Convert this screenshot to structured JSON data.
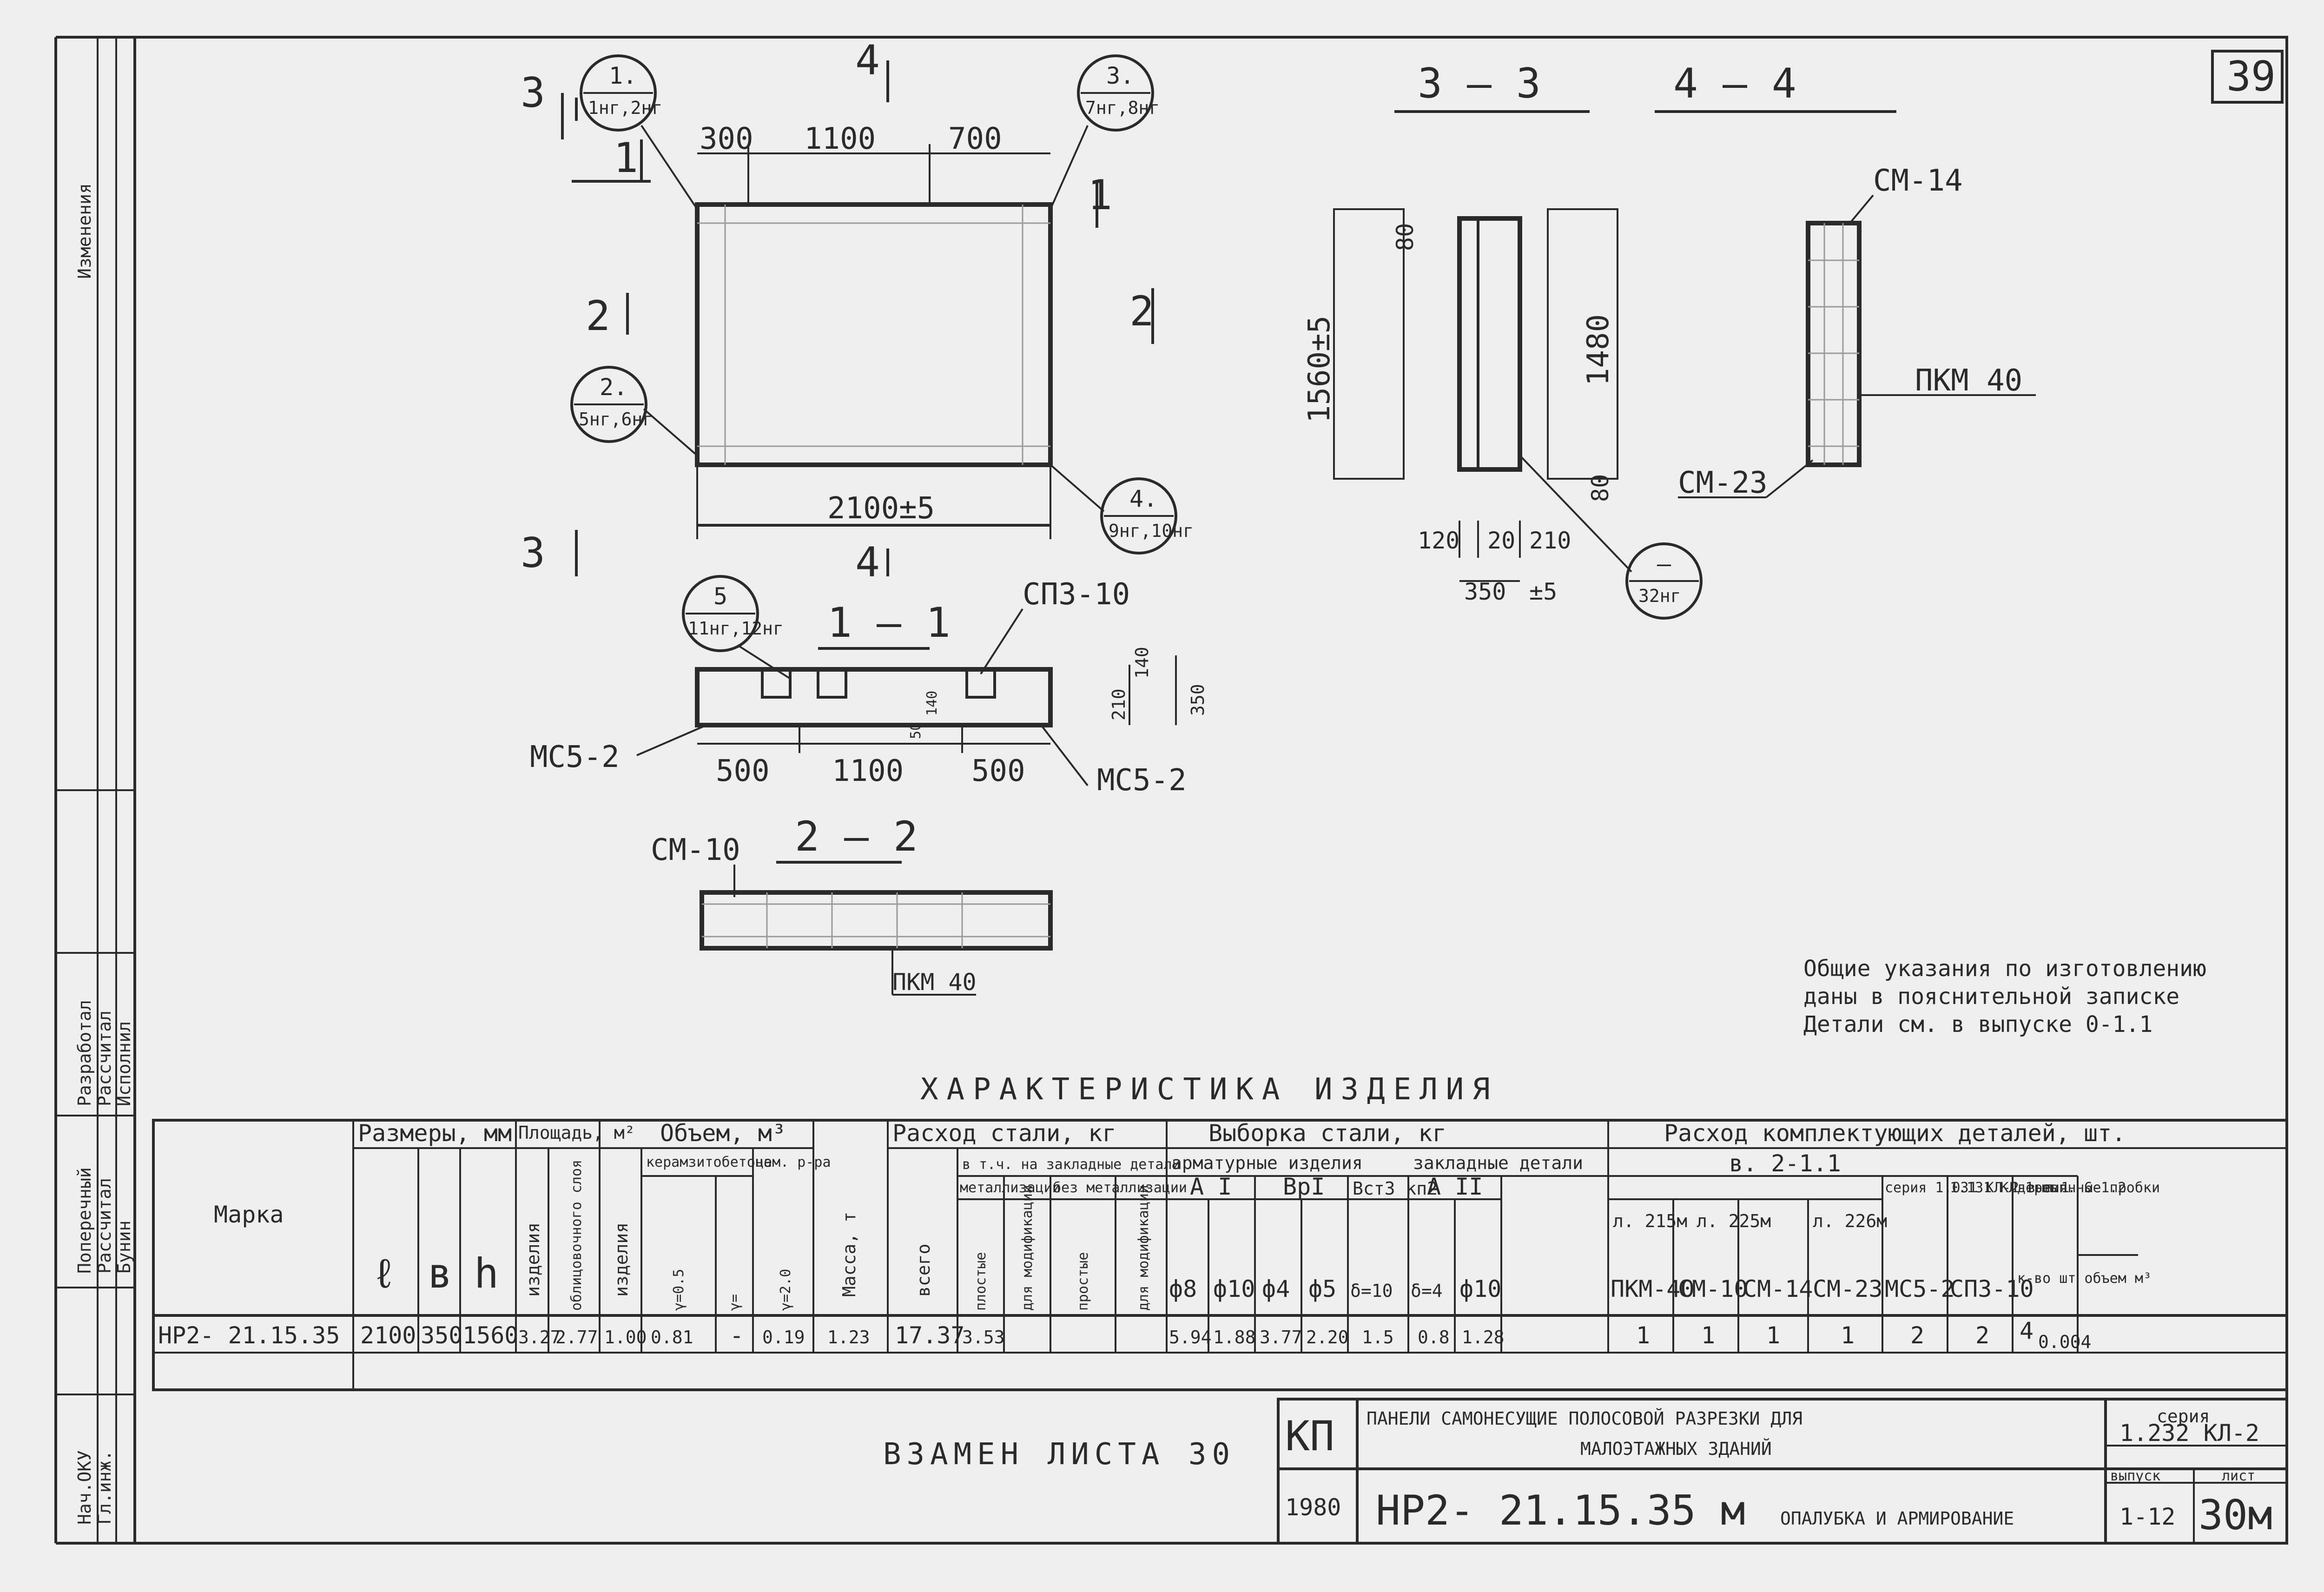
{
  "sheet": {
    "number": "39",
    "product_title": "ХАРАКТЕРИСТИКА  ИЗДЕЛИЯ",
    "replaced_sheet": "ВЗАМЕН ЛИСТА 30",
    "notes": [
      "Общие указания по изготовлению",
      "даны в пояснительной записке",
      "Детали см. в выпуске 0-1.1"
    ]
  },
  "sections": {
    "s33": "3 — 3",
    "s44": "4 — 4",
    "s11": "1 — 1",
    "s22": "2 — 2"
  },
  "callouts": {
    "c1_num": "1.",
    "c1_sub": "1нг,2нг",
    "c2_num": "2.",
    "c2_sub": "5нг,6нг",
    "c3_num": "3.",
    "c3_sub": "7нг,8нг",
    "c4_num": "4.",
    "c4_sub": "9нг,10нг",
    "c5_num": "5",
    "c5_sub": "11нг,12нг",
    "c6_num": "—",
    "c6_sub": "32нг"
  },
  "cut_marks": {
    "m1": "1",
    "m2": "2",
    "m3": "3",
    "m4": "4"
  },
  "dims": {
    "top_300": "300",
    "top_1100": "1100",
    "top_700": "700",
    "width_total": "2100±5",
    "s1_500a": "500",
    "s1_1100": "1100",
    "s1_500b": "500",
    "s1_210": "210",
    "s1_140": "140",
    "s1_350": "350",
    "s1_50": "50",
    "s1_140b": "140",
    "h_1560": "1560±5",
    "h_80a": "80",
    "h_1480": "1480",
    "h_80b": "80",
    "d_120": "120",
    "d_20": "20",
    "d_210": "210",
    "d_350": "350",
    "d_pm5": "±5"
  },
  "labels": {
    "spz10": "СПЗ-10",
    "mc52a": "МС5-2",
    "mc52b": "МС5-2",
    "cm10": "СМ-10",
    "pkm40a": "ПКМ 40",
    "cm14": "СМ-14",
    "pkm40b": "ПКМ 40",
    "cm23": "СМ-23"
  },
  "table": {
    "h_marka": "Марка",
    "h_dims": "Размеры, мм",
    "h_l": "ℓ",
    "h_b": "в",
    "h_h": "h",
    "h_area": "Площадь, м²",
    "h_area_a": "изделия",
    "h_area_b": "облицовочного слоя",
    "h_vol": "Объем, м³",
    "h_vol_a": "изделия",
    "h_vol_b": "керамзитобетона",
    "h_vol_b1": "γ=0.5",
    "h_vol_b2": "γ=",
    "h_vol_c": "цем. р-ра",
    "h_vol_c1": "γ=2.0",
    "h_mass": "Масса, т",
    "h_steel": "Расход стали, кг",
    "h_steel_all": "всего",
    "h_steel_emb": "в т.ч. на закладные детали",
    "h_steel_met": "металлизации",
    "h_steel_nomet": "без металлизации",
    "h_steel_1": "плостые",
    "h_steel_2": "для модификации",
    "h_steel_3": "простые",
    "h_steel_4": "для модификации",
    "h_sel": "Выборка стали, кг",
    "h_sel_arm": "арматурные изделия",
    "h_sel_emb": "закладные детали",
    "h_ai": "А I",
    "h_bpi": "ВрI",
    "h_vst3": "Вст3 кп2",
    "h_aii": "А II",
    "h_f8": "ф8",
    "h_f10": "ф10",
    "h_f4": "ф4",
    "h_f5": "ф5",
    "h_b200": "δ=10",
    "h_b8": "δ=4",
    "h_f10b": "ф10",
    "h_comp": "Расход комплектующих деталей, шт.",
    "h_comp_v": "в. 2-1.1",
    "h_comp_s1": "серия 1.031 КЛ-2 вып.1",
    "h_comp_s2": "1.131 КЛ-1 вып. 6-1.2",
    "h_comp_wood": "деревянные пробки",
    "h_l215": "л. 215м",
    "h_l225": "л. 225м",
    "h_l226": "л. 226м",
    "h_pkm": "ПКМ-40",
    "h_cm10": "СМ-10",
    "h_cm14": "СМ-14",
    "h_cm23": "СМ-23",
    "h_mc": "МС5-2",
    "h_sp": "СПЗ-10",
    "h_kvo": "к-во шт объем м³",
    "row": {
      "marka": "НР2- 21.15.35",
      "l": "2100",
      "b": "350",
      "h": "1560",
      "area_a": "3.27",
      "area_b": "2.77",
      "vol_a": "1.00",
      "vol_b1": "0.81",
      "vol_b2": "-",
      "vol_c": "0.19",
      "mass": "1.23",
      "steel_all": "17.37",
      "steel_emb": "3.53",
      "f8": "5.94",
      "f10": "1.88",
      "f4": "3.77",
      "f5": "2.20",
      "b200": "1.5",
      "b8": "0.8",
      "f10b": "1.28",
      "pkm": "1",
      "cm10": "1",
      "cm14": "1",
      "cm23": "1",
      "mc": "2",
      "sp": "2",
      "wood_qty": "4",
      "wood_vol": "0.004"
    }
  },
  "stamp": {
    "org": "КП",
    "year": "1980",
    "title1": "ПАНЕЛИ САМОНЕСУЩИЕ ПОЛОСОВОЙ РАЗРЕЗКИ ДЛЯ",
    "title2": "МАЛОЭТАЖНЫХ ЗДАНИЙ",
    "mark": "НР2- 21.15.35 м",
    "doc": "ОПАЛУБКА И АРМИРОВАНИЕ",
    "series_label": "серия",
    "series": "1.232 КЛ-2",
    "issue_label": "выпуск",
    "issue": "1-12",
    "sheet_label": "лист",
    "sheet_no": "30м"
  },
  "side_stamp": {
    "r1": "Разработал",
    "r2": "Рассчитал",
    "r3": "Исполнил",
    "n1": "Нач.ОКУ",
    "n2": "Гл.инж.",
    "p1": "Поперечный",
    "p2": "Рассчитал",
    "p3": "Бунин",
    "top_label": "Изменения"
  }
}
